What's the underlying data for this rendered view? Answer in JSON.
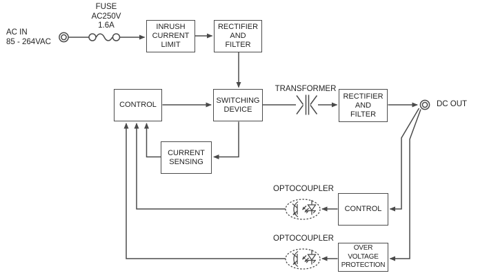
{
  "colors": {
    "background": "#ffffff",
    "line": "#4a4a4a",
    "text": "#1f1f1f"
  },
  "input": {
    "ac_in_label": "AC IN\n85 - 264VAC",
    "fuse_label": "FUSE\nAC250V\n1.6A"
  },
  "blocks": {
    "inrush_current_limit": "INRUSH\nCURRENT\nLIMIT",
    "rectifier_filter_primary": "RECTIFIER\nAND\nFILTER",
    "control_primary": "CONTROL",
    "switching_device": "SWITCHING\nDEVICE",
    "current_sensing": "CURRENT\nSENSING",
    "rectifier_filter_secondary": "RECTIFIER\nAND\nFILTER",
    "control_secondary": "CONTROL",
    "over_voltage_protection": "OVER VOLTAGE\nPROTECTION"
  },
  "labels": {
    "transformer": "TRANSFORMER",
    "optocoupler_top": "OPTOCOUPLER",
    "optocoupler_bottom": "OPTOCOUPLER",
    "dc_out": "DC OUT"
  }
}
